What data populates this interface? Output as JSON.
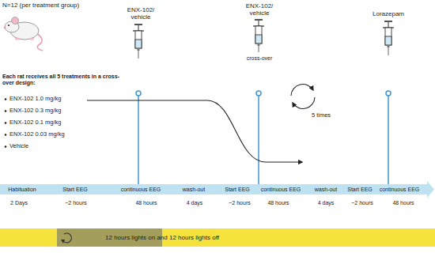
{
  "diagram": {
    "nodes": [
      {
        "text": [
          "Habituation",
          "Start EEG",
          "continuous EEG",
          "wash-out",
          "Start EEG",
          "continuous EEG",
          "wash-out",
          "Start EEG",
          "continuous EEG"
        ]
      },
      {
        "text": [
          "12 hours lights on and 12 hours lights off"
        ]
      }
    ],
    "labels": [
      "N=12 (per treatment group)",
      "ENX-102/ vehicle",
      "ENX-102/ vehicle",
      "cross-over",
      "Lorazepam",
      "Each rat receives all 5 treatments in a cross-over design:",
      "ENX-102 1.0 mg/kg",
      "ENX-102 0.3 mg/kg",
      "ENX-102 0.1 mg/kg",
      "ENX-102 0.03 mg/kg",
      "Vehicle",
      "5 times",
      "2 Days",
      "~2 hours",
      "48 hours",
      "4 days",
      "~2 hours",
      "48 hours",
      "4 days",
      "~2 hours",
      "48 hours"
    ]
  }
}
